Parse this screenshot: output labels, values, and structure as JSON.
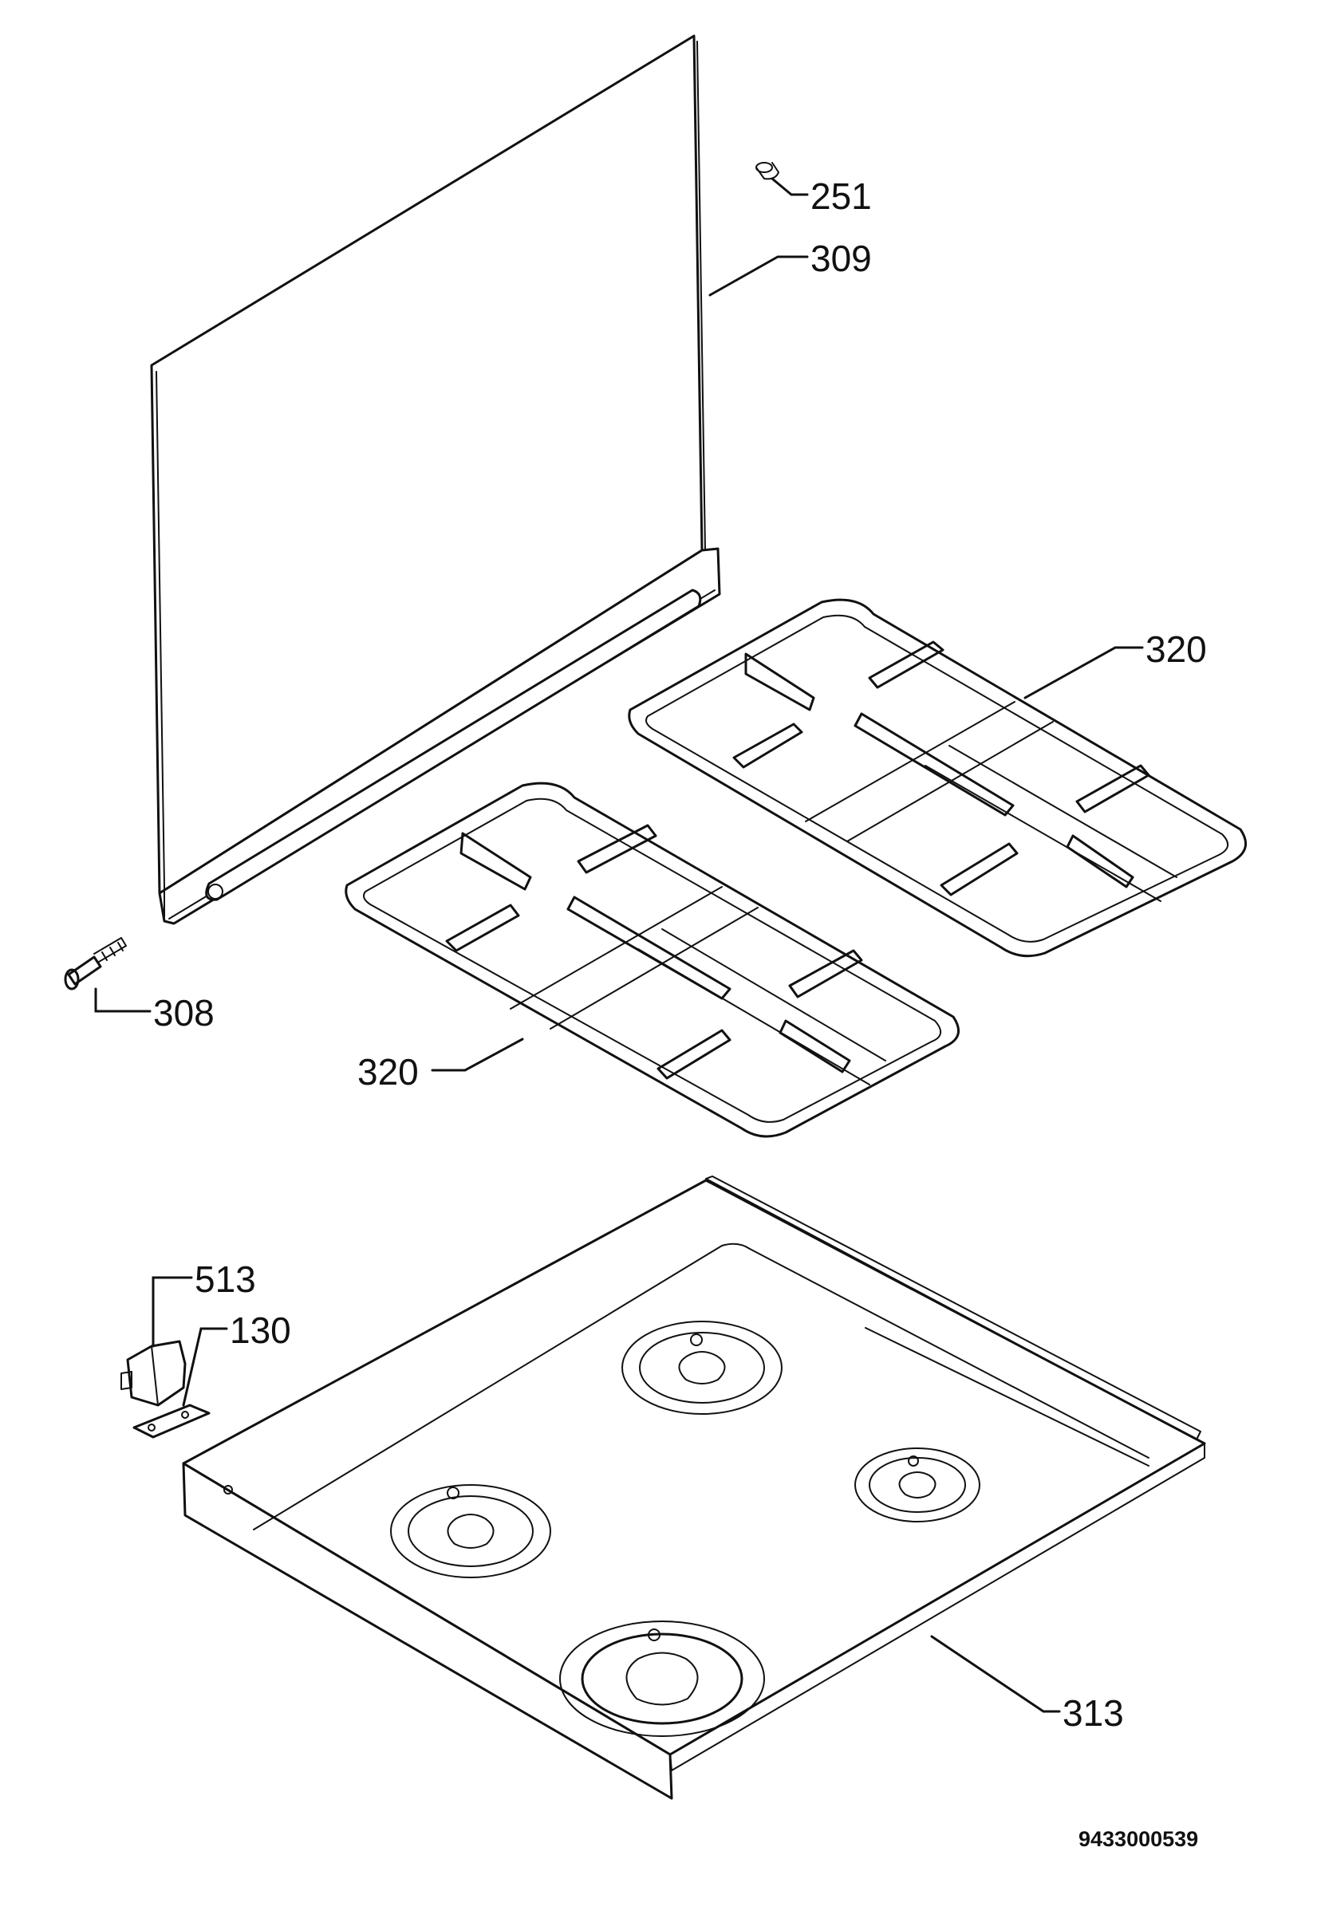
{
  "callouts": {
    "cap": "251",
    "glass_lid": "309",
    "pan_support_upper": "320",
    "lid_hinge": "308",
    "pan_support_lower": "320",
    "knob_holder": "513",
    "holder_plate": "130",
    "hob_top": "313"
  },
  "document_number": "9433000539"
}
